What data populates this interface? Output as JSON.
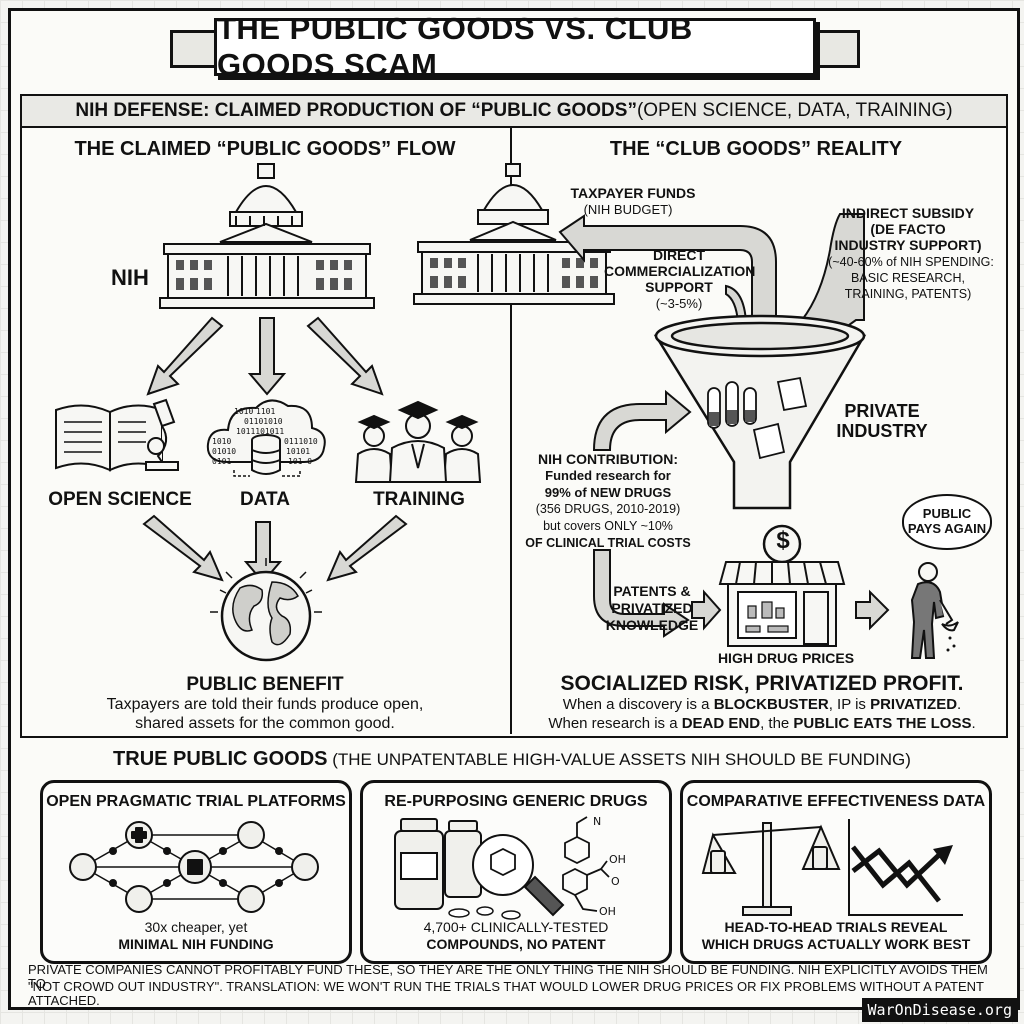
{
  "title": "THE PUBLIC GOODS VS. CLUB GOODS SCAM",
  "defense": {
    "bold": "NIH DEFENSE: CLAIMED PRODUCTION OF “PUBLIC GOODS”",
    "normal": " (OPEN SCIENCE, DATA, TRAINING)"
  },
  "left": {
    "heading": "THE CLAIMED “PUBLIC GOODS” FLOW",
    "nih_label": "NIH",
    "nodes": [
      "OPEN SCIENCE",
      "DATA",
      "TRAINING"
    ],
    "data_bits": [
      "1101",
      "01101010",
      "1011101011",
      "0111010",
      "1010",
      "01010",
      "10101",
      "0101",
      "101 0",
      "1010"
    ],
    "benefit_title": "PUBLIC BENEFIT",
    "benefit_text_1": "Taxpayers are told their funds produce open,",
    "benefit_text_2": "shared assets for the common good."
  },
  "right": {
    "heading": "THE “CLUB GOODS” REALITY",
    "taxpayer_1": "TAXPAYER FUNDS",
    "taxpayer_2": "(NIH BUDGET)",
    "direct_1": "DIRECT",
    "direct_2": "COMMERCIALIZATION",
    "direct_3": "SUPPORT",
    "direct_4": "(~3-5%)",
    "indirect_1": "INDIRECT SUBSIDY",
    "indirect_2": "(DE FACTO",
    "indirect_3": "INDUSTRY SUPPORT)",
    "indirect_4": "(~40-60% of NIH SPENDING:",
    "indirect_5": "BASIC RESEARCH,",
    "indirect_6": "TRAINING, PATENTS)",
    "private_1": "PRIVATE",
    "private_2": "INDUSTRY",
    "contrib_1": "NIH CONTRIBUTION:",
    "contrib_2": "Funded research for",
    "contrib_3": "99% of NEW DRUGS",
    "contrib_4": "(356 DRUGS, 2010-2019)",
    "contrib_5": "but covers ONLY ~10%",
    "contrib_6": "OF CLINICAL TRIAL COSTS",
    "patents_1": "PATENTS &",
    "patents_2": "PRIVATIZED",
    "patents_3": "KNOWLEDGE",
    "dollar": "$",
    "high_prices": "HIGH DRUG PRICES",
    "bubble_1": "PUBLIC",
    "bubble_2": "PAYS AGAIN",
    "socialized": "SOCIALIZED RISK, PRIVATIZED PROFIT.",
    "social_1a": "When a discovery is a ",
    "social_1b": "BLOCKBUSTER",
    "social_1c": ", IP is ",
    "social_1d": "PRIVATIZED",
    "social_1e": ".",
    "social_2a": "When research is a ",
    "social_2b": "DEAD END",
    "social_2c": ", the ",
    "social_2d": "PUBLIC EATS THE LOSS",
    "social_2e": "."
  },
  "bottom": {
    "heading_bold": "TRUE PUBLIC GOODS",
    "heading_normal": " (THE UNPATENTABLE HIGH-VALUE ASSETS NIH SHOULD BE FUNDING)",
    "cards": [
      {
        "title": "OPEN PRAGMATIC TRIAL PLATFORMS",
        "cap1": "30x cheaper, yet",
        "cap2": "MINIMAL NIH FUNDING"
      },
      {
        "title": "RE-PURPOSING GENERIC DRUGS",
        "cap1": "4,700+ CLINICALLY-TESTED",
        "cap2": "COMPOUNDS, NO PATENT"
      },
      {
        "title": "COMPARATIVE EFFECTIVENESS DATA",
        "cap1": "HEAD-TO-HEAD TRIALS REVEAL",
        "cap2": "WHICH DRUGS ACTUALLY WORK BEST"
      }
    ],
    "chem_labels": [
      "N",
      "OH",
      "O",
      "OH"
    ],
    "footer_1": "PRIVATE COMPANIES CANNOT PROFITABLY FUND THESE, SO THEY ARE THE ONLY THING THE NIH SHOULD BE FUNDING. NIH EXPLICITLY AVOIDS THEM TO",
    "footer_2": "\"NOT CROWD OUT INDUSTRY\". TRANSLATION: WE WON'T RUN THE TRIALS THAT WOULD LOWER DRUG PRICES OR FIX PROBLEMS WITHOUT A PATENT ATTACHED."
  },
  "watermark": "WarOnDisease.org"
}
